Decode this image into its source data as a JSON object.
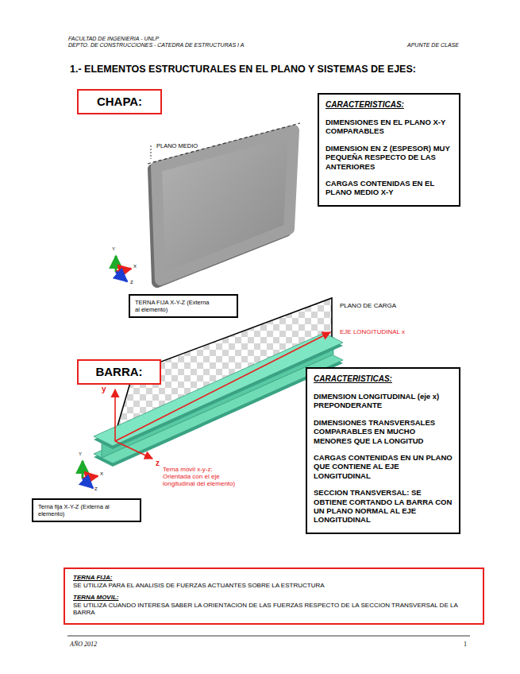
{
  "diagram": {
    "title": "1.- ELEMENTOS ESTRUCTURALES EN EL PLANO Y SISTEMAS DE EJES:",
    "nodes": [
      {
        "text": [
          "CHAPA:"
        ]
      },
      {
        "text": [
          "CARACTERISTICAS:",
          "DIMENSIONES EN EL PLANO X-Y COMPARABLES",
          "DIMENSION EN Z (ESPESOR) MUY PEQUEÑA RESPECTO DE LAS ANTERIORES",
          "CARGAS CONTENIDAS EN EL PLANO MEDIO X-Y"
        ]
      },
      {
        "text": [
          "TERNA FIJA X-Y-Z (Externa al elemento)"
        ]
      },
      {
        "text": [
          "BARRA:"
        ]
      },
      {
        "text": [
          "CARACTERISTICAS:",
          "DIMENSION LONGITUDINAL (eje x) PREPONDERANTE",
          "DIMENSIONES TRANSVERSALES COMPARABLES EN MUCHO MENORES QUE LA LONGITUD",
          "CARGAS CONTENIDAS EN UN PLANO QUE CONTIENE AL EJE LONGITUDINAL",
          "SECCION TRANSVERSAL: SE OBTIENE CORTANDO LA BARRA CON UN PLANO NORMAL AL EJE LONGITUDINAL"
        ]
      },
      {
        "text": [
          "Terna fija X-Y-Z (Externa al elemento)"
        ]
      },
      {
        "text": [
          "TERNA FIJA:",
          "SE UTILIZA PARA EL ANALISIS DE FUERZAS ACTUANTES SOBRE LA ESTRUCTURA",
          "TERNA MOVIL:",
          "SE UTILIZA CUANDO INTERESA SABER LA ORIENTACION DE LAS FUERZAS RESPECTO DE LA SECCION TRANSVERSAL DE LA BARRA"
        ]
      }
    ],
    "labels": [
      "FACULTAD DE INGENIERIA - UNLP",
      "DEPTO. DE CONSTRUCCIONES - CATEDRA DE ESTRUCTURAS I A",
      "APUNTE DE CLASE",
      "PLANO MEDIO",
      "Y",
      "X",
      "Z",
      "PLANO DE CARGA",
      "EJE LONGITUDINAL x",
      "y",
      "z",
      "Terna móvil x-y-z: Orientada con el eje longitudinal del elemento)",
      "Y",
      "X",
      "Z",
      "AÑO 2012",
      "1"
    ]
  }
}
